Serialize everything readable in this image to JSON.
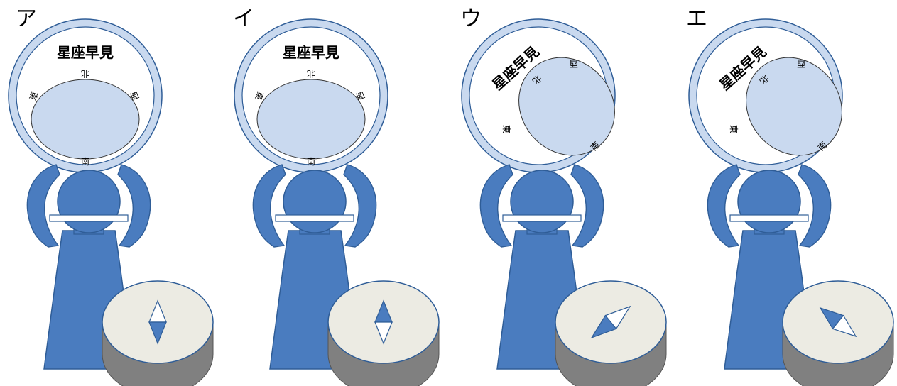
{
  "colors": {
    "figure_blue": "#4a7cbf",
    "figure_stroke": "#2f5d97",
    "planisphere_ring": "#c9d9ef",
    "compass_top": "#ecebe3",
    "compass_side": "#808080",
    "needle_blue": "#4a7cbf"
  },
  "planisphere_title": "星座早見",
  "directions": {
    "north": "北",
    "south": "南",
    "east": "東",
    "west": "西"
  },
  "panels": [
    {
      "label": "ア",
      "planisphere_tilted": false,
      "needle": "white-top"
    },
    {
      "label": "イ",
      "planisphere_tilted": false,
      "needle": "blue-top"
    },
    {
      "label": "ウ",
      "planisphere_tilted": true,
      "needle": "blue-bottom-left"
    },
    {
      "label": "エ",
      "planisphere_tilted": true,
      "needle": "blue-top-left"
    }
  ]
}
